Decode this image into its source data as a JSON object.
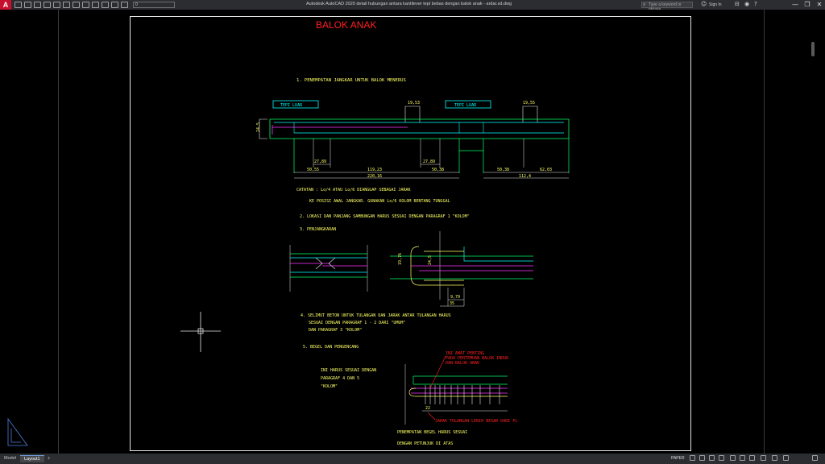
{
  "titlebar": {
    "app_logo": "A",
    "window_title": "Autodesk AutoCAD 2020   detail hubungan antara kantilever tepi bebas dengan balok anak - ardar.sd.dwg",
    "layer": "0",
    "search_placeholder": "Type a keyword or phrase",
    "sign_in": "Sign In",
    "minimize": "—",
    "restore": "❐",
    "close": "✕"
  },
  "drawing": {
    "title": "BALOK ANAK",
    "notes": {
      "n1": "1. PENEMPATAN JANGKAR UNTUK BALOK MENERUS",
      "catatan1": "CATATAN : Lo/4 ATAU Lo/6 DIANGGAP SEBAGAI JARAK",
      "catatan2": "KE POSISI AWAL JANGKAR. GUNAKAN Lo/6 KOLOM BENTANG TUNGGAL",
      "n2": "2. LOKASI DAN PANJANG SAMBUNGAN HARUS SESUAI DENGAN PARAGRAF 1 \"KOLOM\"",
      "n3": "3. PENJANGKARAN",
      "n4a": "4. SELIMUT BETON UNTUK TULANGAN DAN JARAK ANTAR TULANGAN HARUS",
      "n4b": "SESUAI DENGAN PARAGRAF 1 - 2 DARI \"UMUM\"",
      "n4c": "DAN PARAGRAF 3 \"KOLOM\"",
      "n5": "5. BEGEL DAN PENGENCANG",
      "side1": "INI HARUS SESUAI DENGAN",
      "side2": "PARAGRAF 4 DAN 5",
      "side3": "\"KOLOM\"",
      "red1": "INI AMAT PENTING",
      "red2": "PADA PERTEMUAN BALOK INDUK",
      "red3": "DAN BALOK ANAK",
      "red4": "JARAK TULANGAN LEBIH BESAR DARI PL",
      "place1": "PENEMPATAN BEGEL HARUS SESUAI",
      "place2": "DENGAN PETUNJUK DI ATAS"
    },
    "labels": {
      "tepi1": "TEPI LUAR",
      "tepi2": "TEPI LUAR",
      "d1953": "19,53",
      "d1955": "19,55",
      "d245": "24,5",
      "d2789a": "27,89",
      "d2789b": "27,89",
      "d5055": "50,55",
      "d11923": "119,23",
      "d5038a": "50,38",
      "d22016": "220,16",
      "d5038b": "50,38",
      "d6203": "62,03",
      "d1124": "112,4",
      "d1976": "19,76",
      "d245b": "24,5",
      "d979": "9,79",
      "d35": "35",
      "d22": "22"
    }
  },
  "statusbar": {
    "tab_model": "Model",
    "tab_layout1": "Layout1",
    "add": "+",
    "paper": "PAPER"
  }
}
